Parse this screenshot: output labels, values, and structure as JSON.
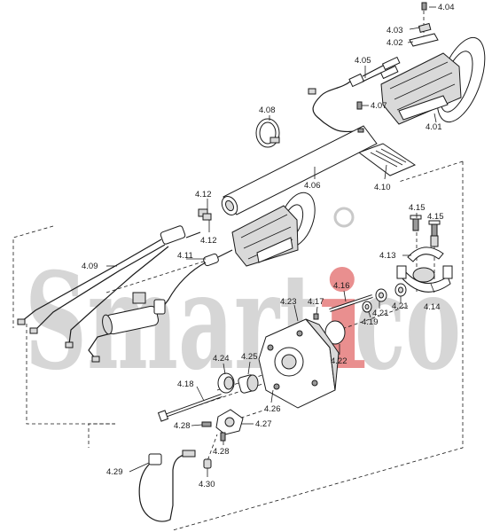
{
  "watermark": {
    "text_a": "Smart",
    "text_i": "i",
    "text_b": "co",
    "gray": "#c9c9c9",
    "red": "#e06060"
  },
  "labels": [
    {
      "id": "4.01",
      "text": "4.01"
    },
    {
      "id": "4.02",
      "text": "4.02"
    },
    {
      "id": "4.03",
      "text": "4.03"
    },
    {
      "id": "4.04",
      "text": "4.04"
    },
    {
      "id": "4.05",
      "text": "4.05"
    },
    {
      "id": "4.06",
      "text": "4.06"
    },
    {
      "id": "4.07",
      "text": "4.07"
    },
    {
      "id": "4.08",
      "text": "4.08"
    },
    {
      "id": "4.09",
      "text": "4.09"
    },
    {
      "id": "4.10",
      "text": "4.10"
    },
    {
      "id": "4.11",
      "text": "4.11"
    },
    {
      "id": "4.12a",
      "text": "4.12"
    },
    {
      "id": "4.12b",
      "text": "4.12"
    },
    {
      "id": "4.13",
      "text": "4.13"
    },
    {
      "id": "4.14",
      "text": "4.14"
    },
    {
      "id": "4.15a",
      "text": "4.15"
    },
    {
      "id": "4.15b",
      "text": "4.15"
    },
    {
      "id": "4.16",
      "text": "4.16"
    },
    {
      "id": "4.17",
      "text": "4.17"
    },
    {
      "id": "4.18",
      "text": "4.18"
    },
    {
      "id": "4.19",
      "text": "4.19"
    },
    {
      "id": "4.21a",
      "text": "4.21"
    },
    {
      "id": "4.21b",
      "text": "4.21"
    },
    {
      "id": "4.22",
      "text": "4.22"
    },
    {
      "id": "4.23",
      "text": "4.23"
    },
    {
      "id": "4.24",
      "text": "4.24"
    },
    {
      "id": "4.25",
      "text": "4.25"
    },
    {
      "id": "4.26",
      "text": "4.26"
    },
    {
      "id": "4.27",
      "text": "4.27"
    },
    {
      "id": "4.28a",
      "text": "4.28"
    },
    {
      "id": "4.28b",
      "text": "4.28"
    },
    {
      "id": "4.29",
      "text": "4.29"
    },
    {
      "id": "4.30",
      "text": "4.30"
    }
  ]
}
